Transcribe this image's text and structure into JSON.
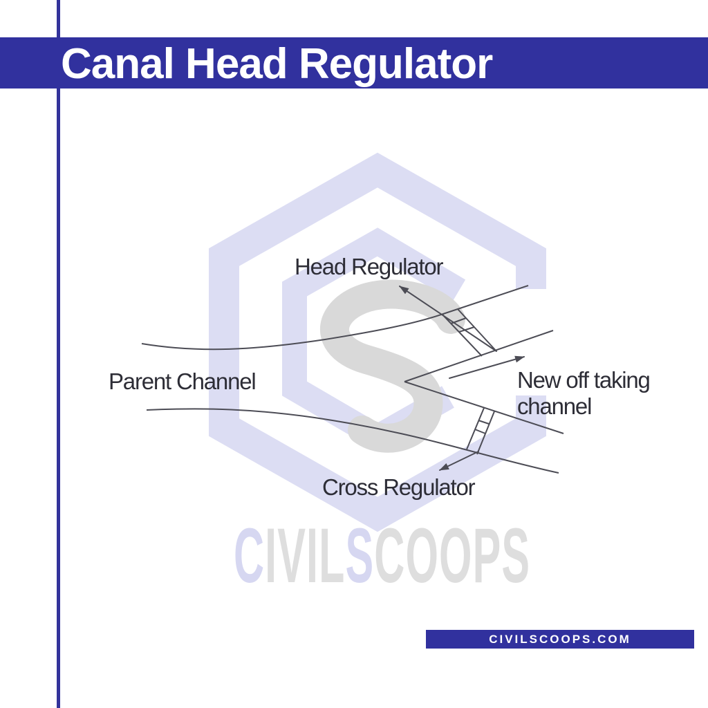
{
  "page": {
    "background": "#ffffff",
    "accent_blue": "#31319e",
    "accent_line_blue": "#33339b"
  },
  "header": {
    "title": "Canal Head Regulator",
    "text_color": "#ffffff"
  },
  "diagram": {
    "line_color": "#4c4c55",
    "labels": {
      "head_regulator": "Head Regulator",
      "parent_channel": "Parent Channel",
      "new_channel_line1": "New off taking",
      "new_channel_line2": "channel",
      "cross_regulator": "Cross Regulator"
    }
  },
  "watermark": {
    "logo_colors": {
      "lavender": "#dcddf3",
      "gray": "#d9d9d9"
    },
    "text": "CIVILSCOOPS",
    "letters": [
      {
        "ch": "C",
        "tone": "lavender"
      },
      {
        "ch": "I",
        "tone": "gray"
      },
      {
        "ch": "V",
        "tone": "gray"
      },
      {
        "ch": "I",
        "tone": "gray"
      },
      {
        "ch": "L",
        "tone": "gray"
      },
      {
        "ch": "S",
        "tone": "lavender"
      },
      {
        "ch": "C",
        "tone": "gray"
      },
      {
        "ch": "O",
        "tone": "gray"
      },
      {
        "ch": "O",
        "tone": "gray"
      },
      {
        "ch": "P",
        "tone": "gray"
      },
      {
        "ch": "S",
        "tone": "gray"
      }
    ]
  },
  "footer_badge": {
    "text": "CIVILSCOOPS.COM",
    "bg": "#31319e",
    "text_color": "#ffffff"
  }
}
